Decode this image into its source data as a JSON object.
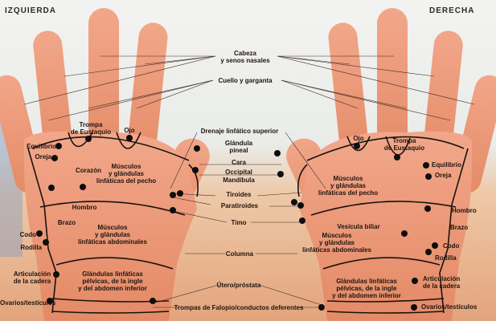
{
  "sides": {
    "left": "IZQUIERDA",
    "right": "DERECHA"
  },
  "center_labels": {
    "cabeza": [
      "Cabeza",
      "y senos nasales"
    ],
    "cuello": "Cuello y garganta",
    "drenaje": "Drenaje linfático superior",
    "pineal": [
      "Glándula",
      "pineal"
    ],
    "cara": "Cara",
    "occipital": "Occipital",
    "mandibula": "Mandíbula",
    "tiroides": "Tiroides",
    "paratiroides": "Paratiroides",
    "timo": "Timo",
    "columna": "Columna",
    "utero": "Útero/próstata",
    "trompas": "Trompas de Falopio/conductos deferentes"
  },
  "left_hand": {
    "trompa": [
      "Trompa",
      "de Eustaquio"
    ],
    "ojo": "Ojo",
    "equilibrio": "Equilibrio",
    "oreja": "Oreja",
    "corazon": "Corazón",
    "pecho": [
      "Músculos",
      "y glándulas",
      "linfáticas del pecho"
    ],
    "hombro": "Hombro",
    "brazo": "Brazo",
    "abdominales": [
      "Músculos",
      "y glándulas",
      "linfáticas abdominales"
    ],
    "codo": "Codo",
    "rodilla": "Rodilla",
    "cadera": [
      "Articulación",
      "de la cadera"
    ],
    "pelvicas": [
      "Glándulas linfáticas",
      "pélvicas, de la ingle",
      "y del abdomen inferior"
    ],
    "ovarios": "Ovarios/testículos"
  },
  "right_hand": {
    "ojo": "Ojo",
    "trompa": [
      "Trompa",
      "de Eustaquio"
    ],
    "equilibrio": "Equilibrio",
    "oreja": "Oreja",
    "pecho": [
      "Músculos",
      "y glándulas",
      "linfáticas del pecho"
    ],
    "hombro": "Hombro",
    "brazo": "Brazo",
    "vesicula": "Vesícula biliar",
    "abdominales": [
      "Músculos",
      "y glándulas",
      "linfáticas abdominales"
    ],
    "codo": "Codo",
    "rodilla": "Rodilla",
    "cadera": [
      "Articulación",
      "de la cadera"
    ],
    "pelvicas": [
      "Glándulas linfáticas",
      "pélvicas, de la ingle",
      "y del abdomen inferior"
    ],
    "ovarios": "Ovarios/testículos"
  },
  "colors": {
    "skin": "#e9906e",
    "skin_dark": "#d4714f",
    "line": "#1a1210",
    "dot": "#0d0d0d",
    "bg_top": "#eef0ee",
    "bg_bottom": "#e8b48c"
  }
}
